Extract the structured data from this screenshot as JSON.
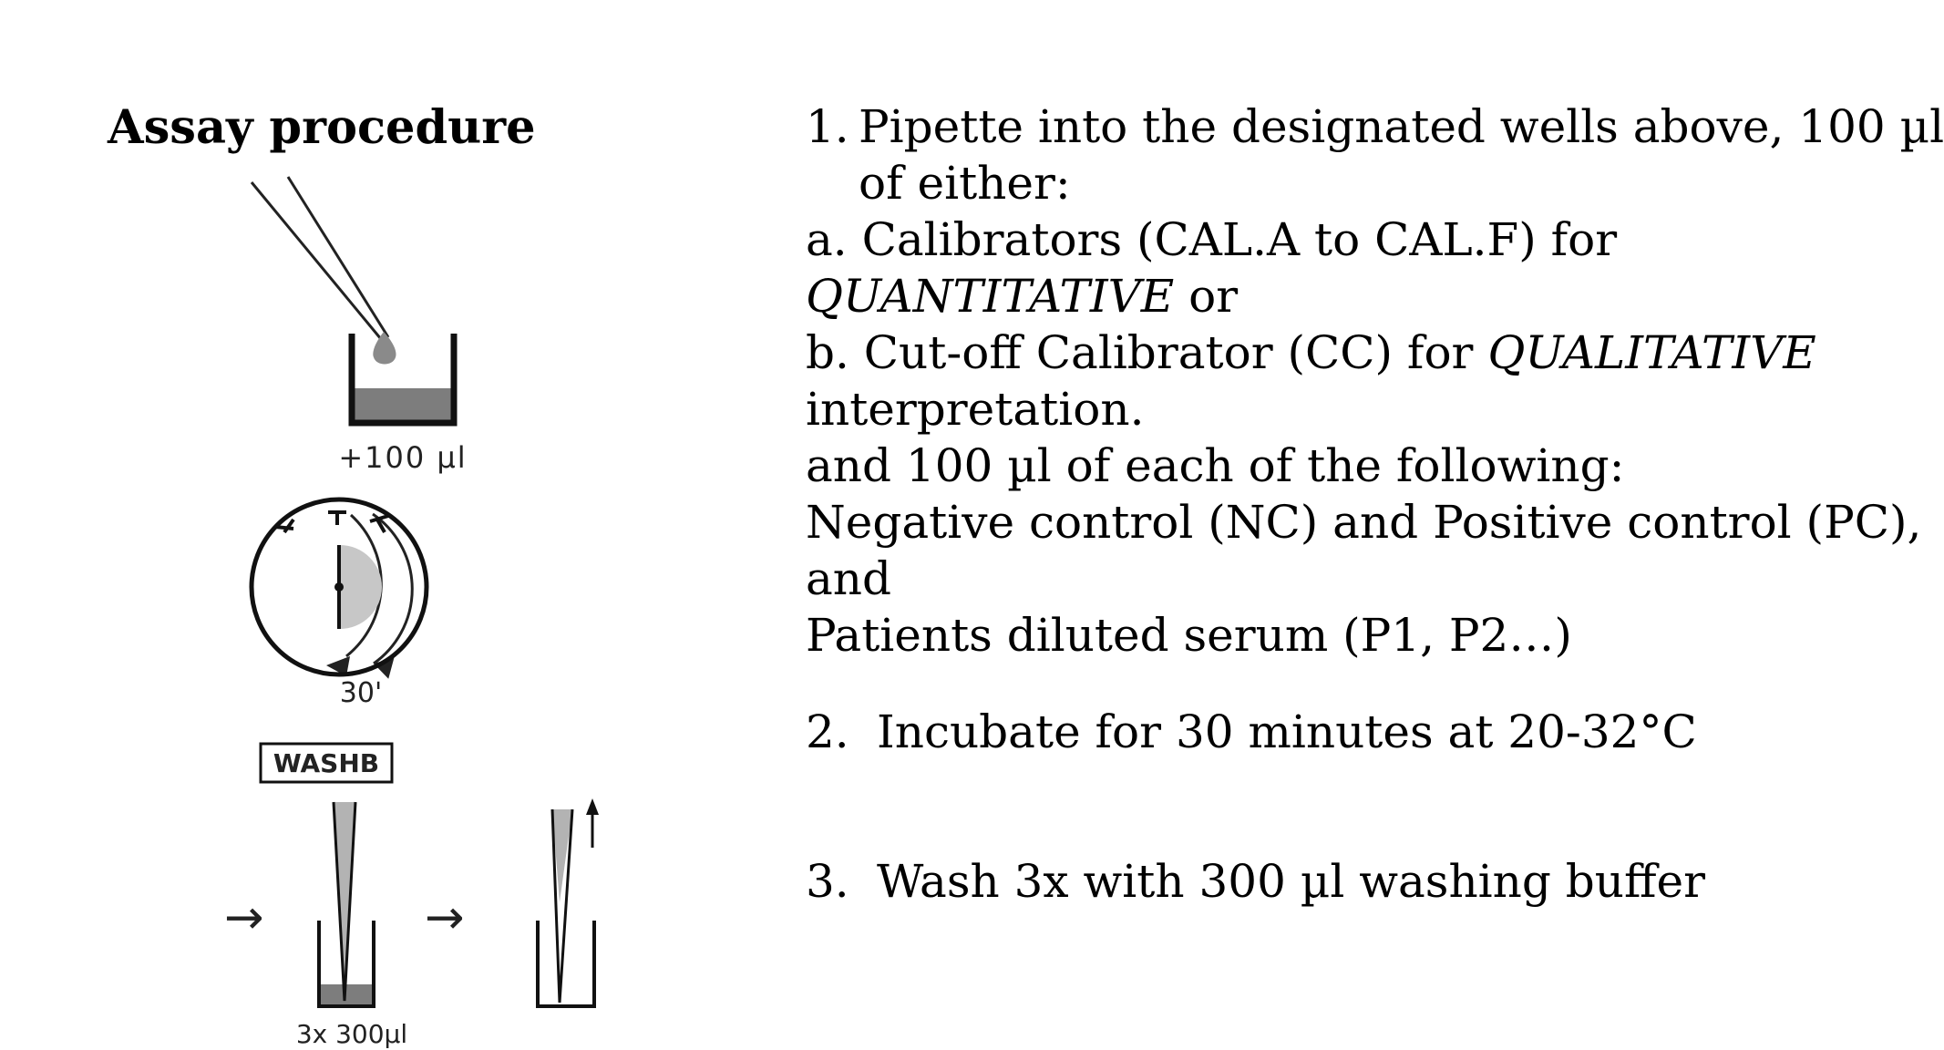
{
  "title": "Assay procedure",
  "diagram": {
    "pipette_label": "+100 µl",
    "timer_label": "30'",
    "wash_box_label": "WASHB",
    "wash_label": "3x 300µl",
    "arrow_glyph": "→"
  },
  "steps": {
    "step1": {
      "number": "1.",
      "line1": "Pipette into the designated wells above, 100 µl",
      "line2": "of either:",
      "a_prefix": "a. Calibrators (CAL.A to CAL.F) for",
      "a_italic": "QUANTITATIVE",
      "a_suffix": "or",
      "b_prefix": "b. Cut-off Calibrator (CC) for",
      "b_italic": "QUALITATIVE",
      "b_suffix": "interpretation.",
      "and_each": "and 100 µl of each of the following:",
      "controls": "Negative control (NC) and Positive control (PC),",
      "and": "and",
      "patients": "Patients diluted serum (P1, P2…)"
    },
    "step2": {
      "number": "2.",
      "text": "Incubate for 30 minutes at 20-32°C"
    },
    "step3": {
      "number": "3.",
      "text": "Wash 3x with 300 µl washing buffer"
    }
  }
}
